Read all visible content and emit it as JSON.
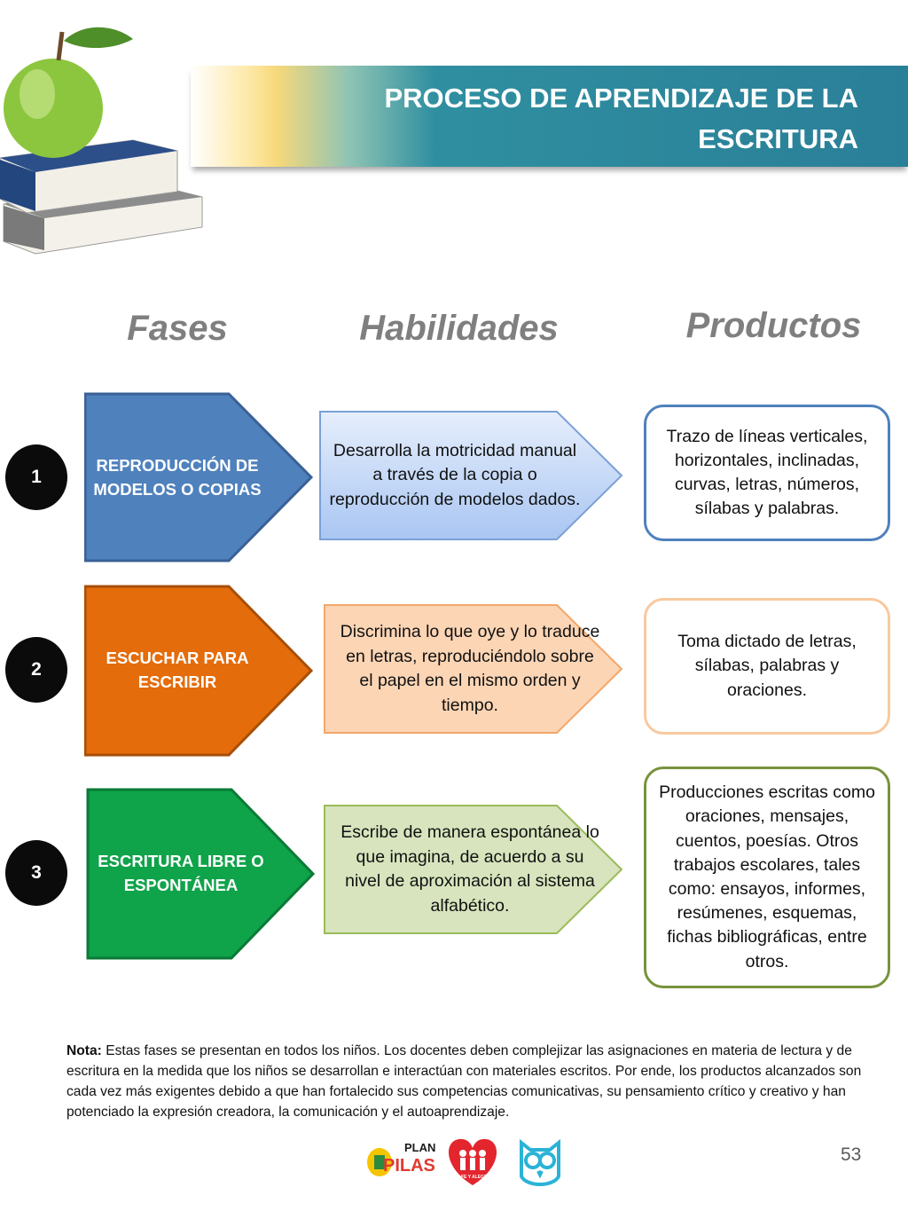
{
  "header": {
    "title": "PROCESO DE APRENDIZAJE DE LA ESCRITURA"
  },
  "columns": {
    "phases": "Fases",
    "skills": "Habilidades",
    "products": "Productos"
  },
  "rows": [
    {
      "number": "1",
      "phase": "REPRODUCCIÓN DE MODELOS O COPIAS",
      "skill": "Desarrolla la motricidad manual a través de la copia o reproducción de modelos dados.",
      "product": "Trazo de líneas verticales, horizontales, inclinadas, curvas, letras, números, sílabas y palabras."
    },
    {
      "number": "2",
      "phase": "ESCUCHAR PARA ESCRIBIR",
      "skill": "Discrimina lo que oye y lo traduce en letras, reproduciéndolo sobre el papel en el mismo orden y tiempo.",
      "product": "Toma dictado de letras, sílabas, palabras y oraciones."
    },
    {
      "number": "3",
      "phase": "ESCRITURA LIBRE O ESPONTÁNEA",
      "skill": "Escribe de manera espontánea lo que imagina, de acuerdo a su nivel de aproximación al sistema alfabético.",
      "product": "Producciones escritas como oraciones, mensajes,  cuentos, poesías. Otros trabajos escolares, tales como: ensayos, informes, resúmenes, esquemas, fichas bibliográficas, entre otros."
    }
  ],
  "note": {
    "label": "Nota:",
    "text": "Estas fases se presentan en todos los niños.  Los docentes deben  complejizar  las asignaciones en materia de lectura y de  escritura en la medida que  los niños se desarrollan  e interactúan con materiales escritos. Por ende, los productos alcanzados son  cada vez más exigentes  debido a que han fortalecido sus competencias comunicativas,  su pensamiento crítico y creativo y han potenciado la expresión creadora, la comunicación y el autoaprendizaje."
  },
  "logos": {
    "plan_line1": "PLAN",
    "plan_line2": "PILAS",
    "fe_alegria": "FE Y ALEGRÍA"
  },
  "page_number": "53",
  "colors": {
    "title_bar": "#2a7f98",
    "phase_1": "#4f81bd",
    "phase_2": "#e46c0a",
    "phase_3": "#0fa34a",
    "product_1_border": "#4f81bd",
    "product_2_border": "#f8c99e",
    "product_3_border": "#77933c"
  }
}
